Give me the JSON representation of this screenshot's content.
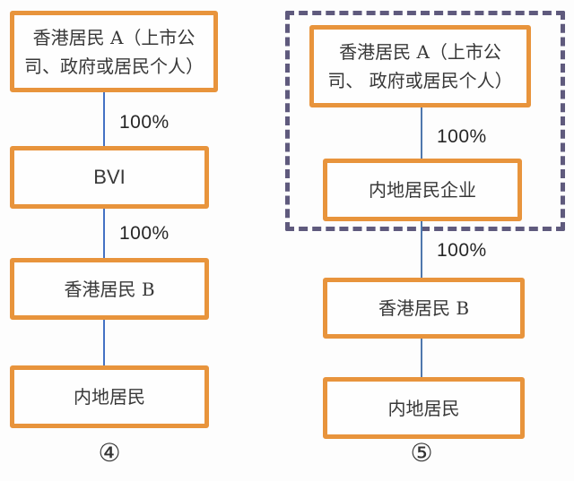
{
  "colors": {
    "box_border": "#e8943c",
    "connector_blue": "#4472c4",
    "dashed_group_border": "#5f5a7d",
    "text": "#383838",
    "background": "#fdfdfd"
  },
  "diagram4": {
    "caption": "④",
    "nodes": {
      "hk_resident_a": {
        "line1": "香港居民 A（上市公",
        "line2": "司、政府或居民个人）",
        "full": "香港居民 A（上市公司、政府或居民个人）"
      },
      "bvi": {
        "label": "BVI"
      },
      "hk_resident_b": {
        "label": "香港居民 B"
      },
      "mainland_resident": {
        "label": "内地居民"
      }
    },
    "edges": {
      "a_to_bvi": "100%",
      "bvi_to_b": "100%",
      "b_to_mainland": ""
    }
  },
  "diagram5": {
    "caption": "⑤",
    "nodes": {
      "hk_resident_a": {
        "line1": "香港居民 A（上市公",
        "line2": "司、 政府或居民个人）",
        "full": "香港居民 A（上市公司、政府或居民个人）"
      },
      "mainland_resident_enterprise": {
        "label": "内地居民企业"
      },
      "hk_resident_b": {
        "label": "香港居民 B"
      },
      "mainland_resident": {
        "label": "内地居民"
      }
    },
    "edges": {
      "a_to_enterprise": "100%",
      "enterprise_to_b": "100%",
      "b_to_mainland": ""
    }
  }
}
